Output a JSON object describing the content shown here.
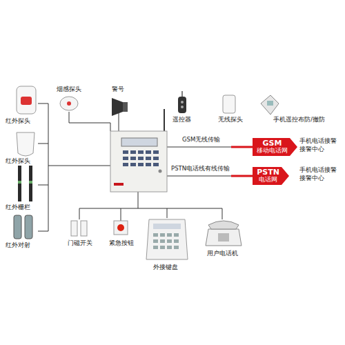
{
  "diagram": {
    "nodes": [
      {
        "text": [
          "GSM",
          "移动电话网"
        ]
      },
      {
        "text": [
          "PSTN",
          "电话网"
        ]
      }
    ],
    "labels": [
      "烟感探头",
      "警号",
      "遥控器",
      "无线探头",
      "手机遥控布防/撤防",
      "红外探头",
      "红外探头",
      "红外栅栏",
      "红外对射",
      "GSM无线传输",
      "手机电话接警",
      "接警中心",
      "PSTN电话线有线传输",
      "手机电话接警",
      "接警中心",
      "门磁开关",
      "紧急按钮",
      "外接键盘",
      "用户电话机"
    ]
  }
}
